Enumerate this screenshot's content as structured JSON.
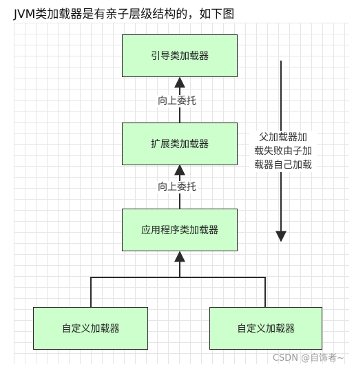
{
  "title": "JVM类加载器是有亲子层级结构的，如下图",
  "nodes": {
    "bootstrap": "引导类加载器",
    "extension": "扩展类加载器",
    "application": "应用程序类加载器",
    "custom_left": "自定义加载器",
    "custom_right": "自定义加载器"
  },
  "edge_labels": {
    "upper": "向上委托",
    "lower": "向上委托"
  },
  "side_note": {
    "line1": "父加载器加",
    "line2": "载失败由子加",
    "line3": "载器自己加载"
  },
  "watermark": "CSDN @自饰者~",
  "colors": {
    "node_fill": "#ccffcc",
    "node_border": "#2b2b2b",
    "edge": "#2b2b2b"
  }
}
